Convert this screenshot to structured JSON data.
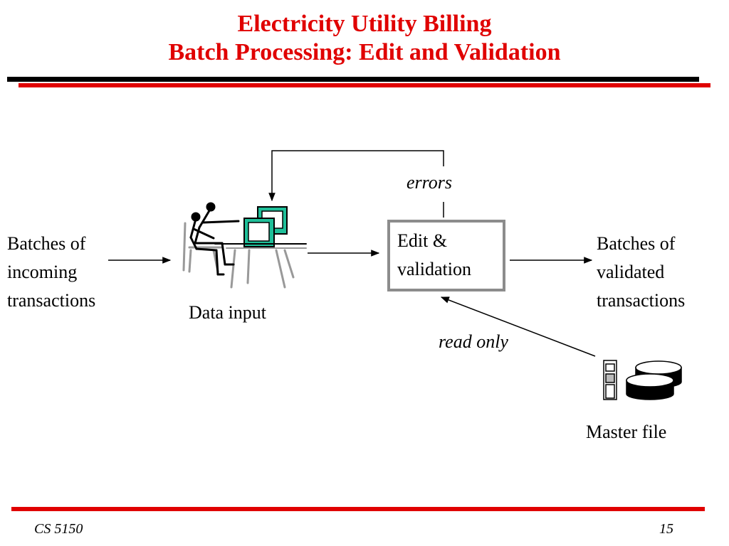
{
  "slide": {
    "title_line1": "Electricity Utility Billing",
    "title_line2": "Batch Processing: Edit and Validation"
  },
  "diagram": {
    "input_label": [
      "Batches of",
      "incoming",
      "transactions"
    ],
    "data_input_label": "Data input",
    "process_label": [
      "Edit &",
      "validation"
    ],
    "output_label": [
      "Batches of",
      "validated",
      "transactions"
    ],
    "errors_label": "errors",
    "read_only_label": "read only",
    "master_file_label": "Master file"
  },
  "footer": {
    "course": "CS 5150",
    "page": "15"
  },
  "colors": {
    "title": "#e00000",
    "rule_black": "#000000",
    "rule_red": "#e00000",
    "monitor": "#1fbf99",
    "box_border": "#8c8c8c"
  },
  "icons": [
    "person-at-computer-icon",
    "database-icon"
  ]
}
